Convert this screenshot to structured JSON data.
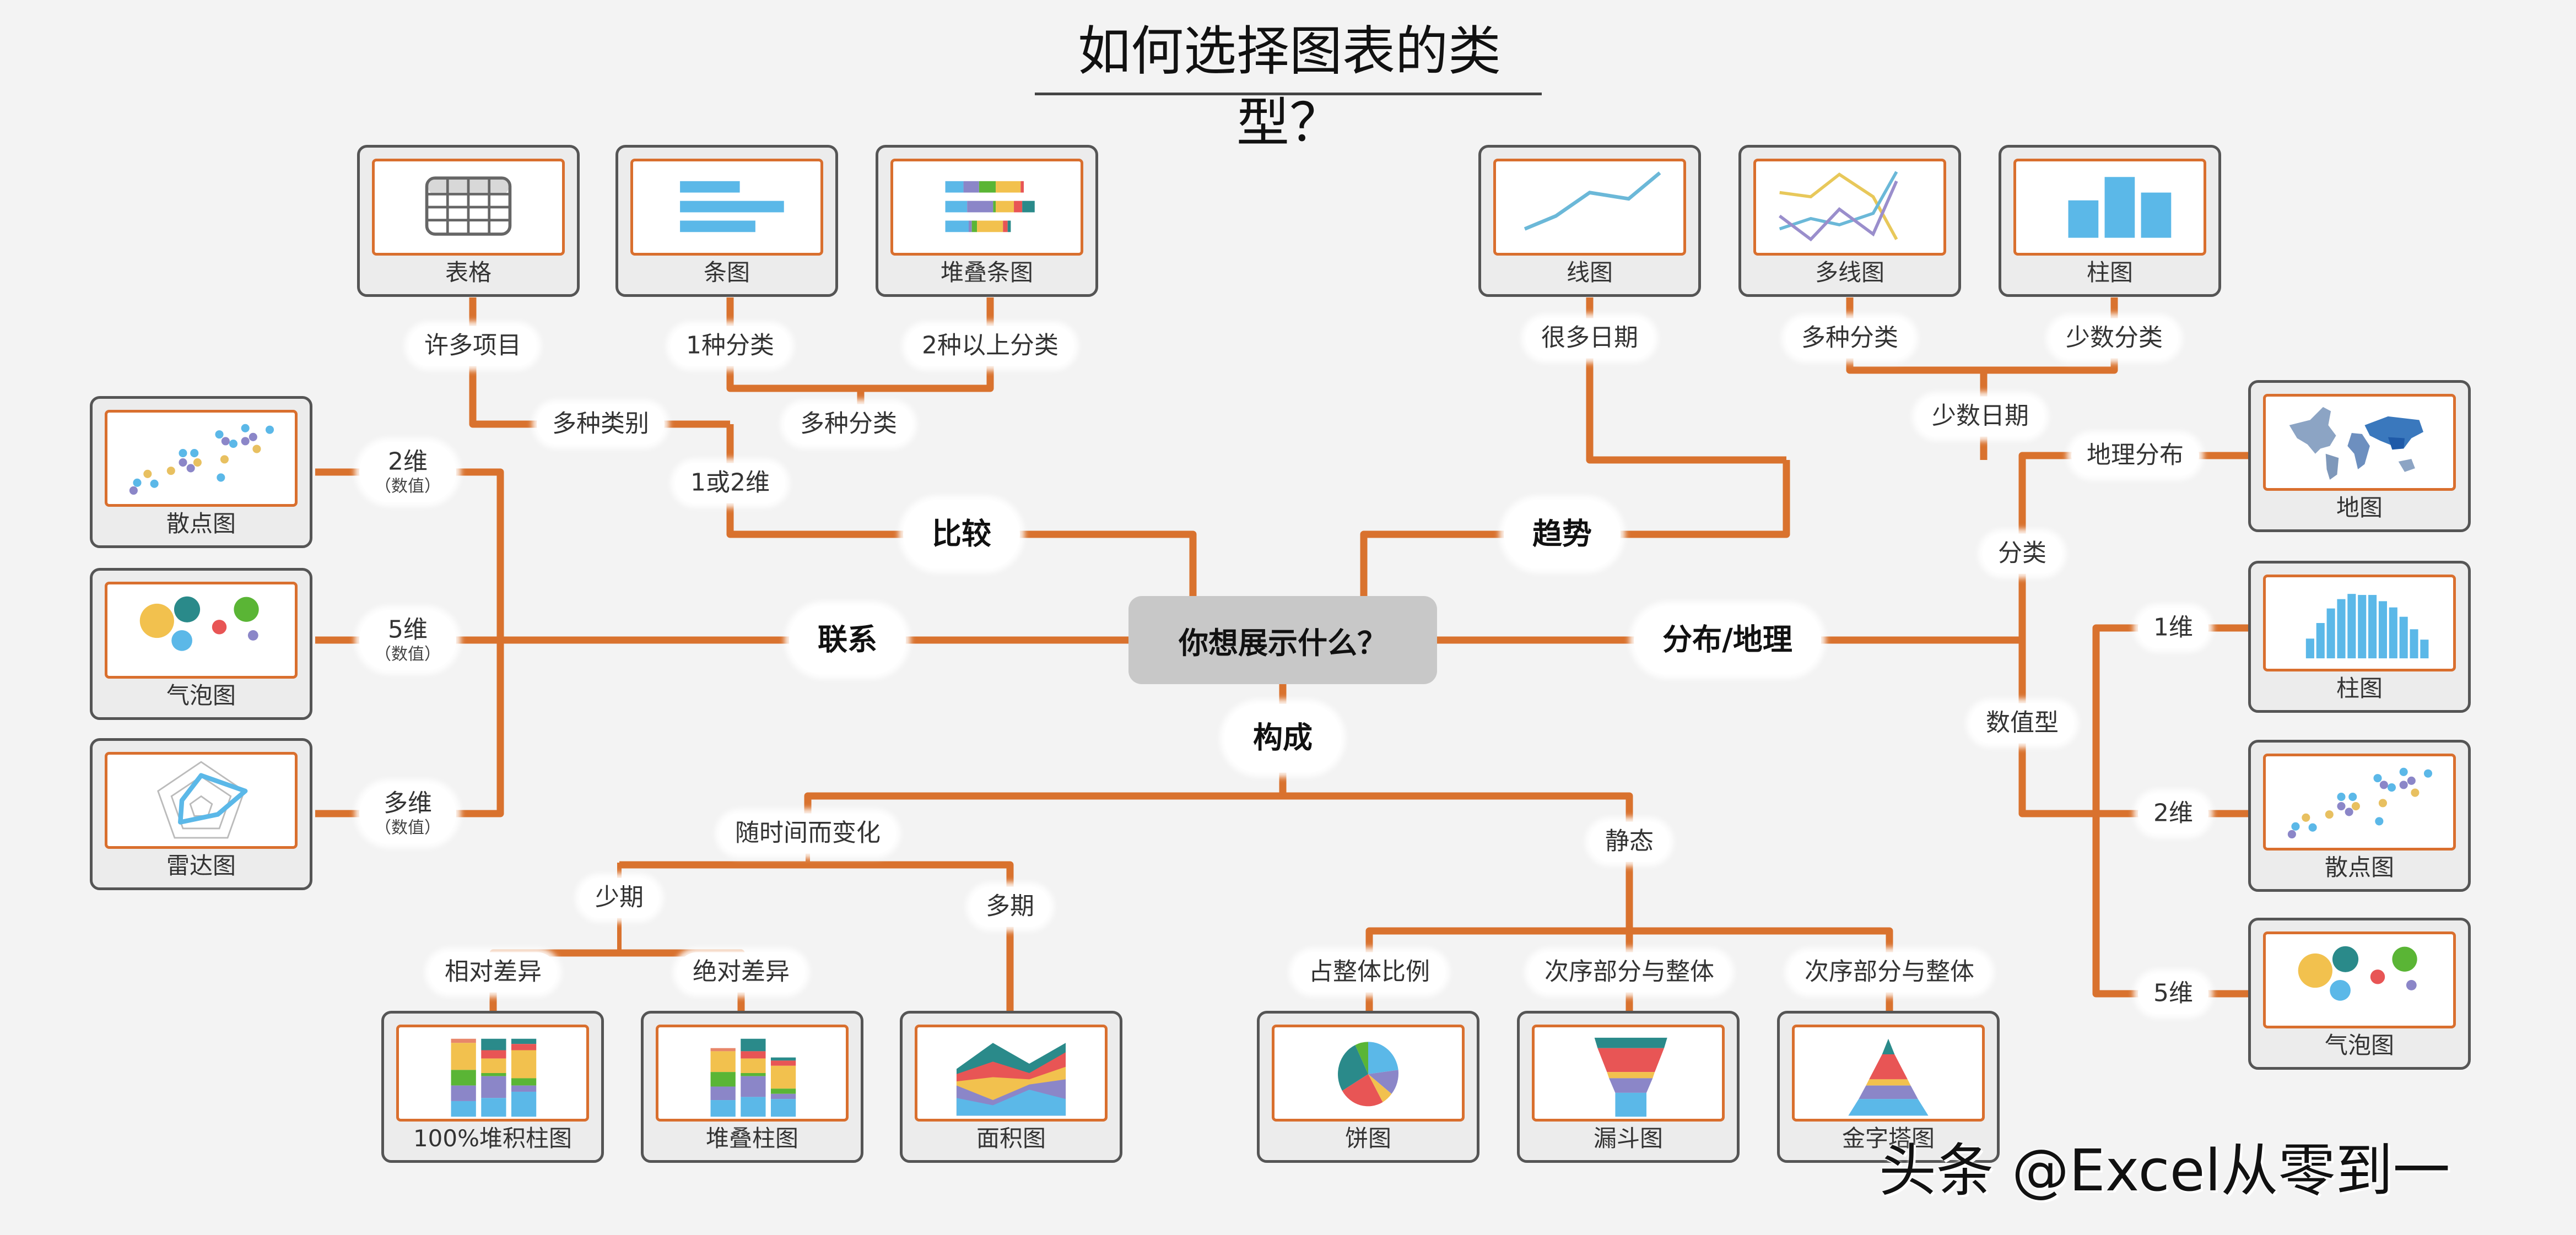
{
  "title": "如何选择图表的类型？",
  "center": "你想展示什么？",
  "branches": {
    "compare": "比较",
    "trend": "趋势",
    "relation": "联系",
    "distribution": "分布/地理",
    "composition": "构成"
  },
  "labels": {
    "many_items": "许多项目",
    "one_category": "1种分类",
    "two_plus_categories": "2种以上分类",
    "multi_class": "多种类别",
    "multi_category": "多种分类",
    "one_or_two_dim": "1或2维",
    "many_dates": "很多日期",
    "trend_multi_category": "多种分类",
    "few_categories": "少数分类",
    "few_dates": "少数日期",
    "rel_2d": "2维",
    "rel_5d": "5维",
    "rel_multi": "多维",
    "numeric_sub": "（数值）",
    "geo": "地理分布",
    "classification": "分类",
    "numeric_type": "数值型",
    "dist_1d": "1维",
    "dist_2d": "2维",
    "dist_5d": "5维",
    "over_time": "随时间而变化",
    "static": "静态",
    "few_periods": "少期",
    "many_periods": "多期",
    "relative_diff": "相对差异",
    "absolute_diff": "绝对差异",
    "share_of_total": "占整体比例",
    "ordered_part_whole_1": "次序部分与整体",
    "ordered_part_whole_2": "次序部分与整体"
  },
  "charts": {
    "table": "表格",
    "bar": "条图",
    "stacked_bar": "堆叠条图",
    "line": "线图",
    "multi_line": "多线图",
    "column_top": "柱图",
    "scatter_left": "散点图",
    "bubble_left": "气泡图",
    "radar": "雷达图",
    "map": "地图",
    "histogram": "柱图",
    "scatter_right": "散点图",
    "bubble_right": "气泡图",
    "stacked_100": "100%堆积柱图",
    "stacked_column": "堆叠柱图",
    "area": "面积图",
    "pie": "饼图",
    "funnel": "漏斗图",
    "pyramid": "金字塔图"
  },
  "colors": {
    "connector": "#d9722e",
    "card_frame": "#555555",
    "thumb_border": "#d96f2e",
    "center_fill": "#c8c8c8",
    "blue": "#5bb8e8",
    "purple": "#8b86c8",
    "green": "#5ab535",
    "yellow": "#f2c14e",
    "red": "#e85555",
    "teal": "#2a8a8a"
  },
  "watermark": "头条 @Excel从零到一"
}
